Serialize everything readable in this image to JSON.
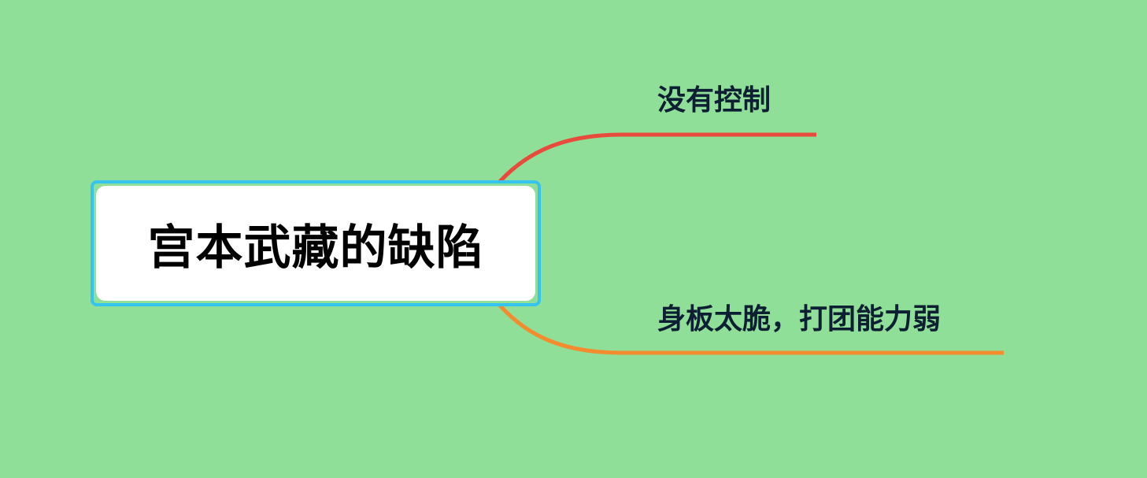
{
  "root": {
    "label": "宫本武藏的缺陷",
    "border_color": "#35c3ef",
    "fill": "#ffffff"
  },
  "branches": [
    {
      "label": "没有控制",
      "color": "#e84a3c"
    },
    {
      "label": "身板太脆，打团能力弱",
      "color": "#f28c2e"
    }
  ],
  "background": "#90df98"
}
